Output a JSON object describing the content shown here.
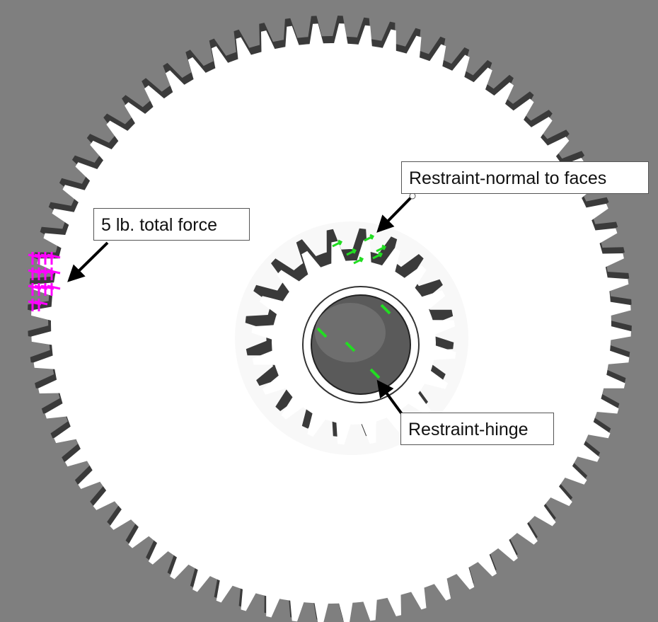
{
  "colors": {
    "background": "#7f7f7f",
    "gear_face": "#ffffff",
    "gear_wall": "#3a3a3a",
    "force": "#ff00ff",
    "restraint": "#22dd22"
  },
  "annotations": {
    "restraint_normal": "Restraint-normal to faces",
    "force": "5 lb. total force",
    "restraint_hinge": "Restraint-hinge"
  }
}
